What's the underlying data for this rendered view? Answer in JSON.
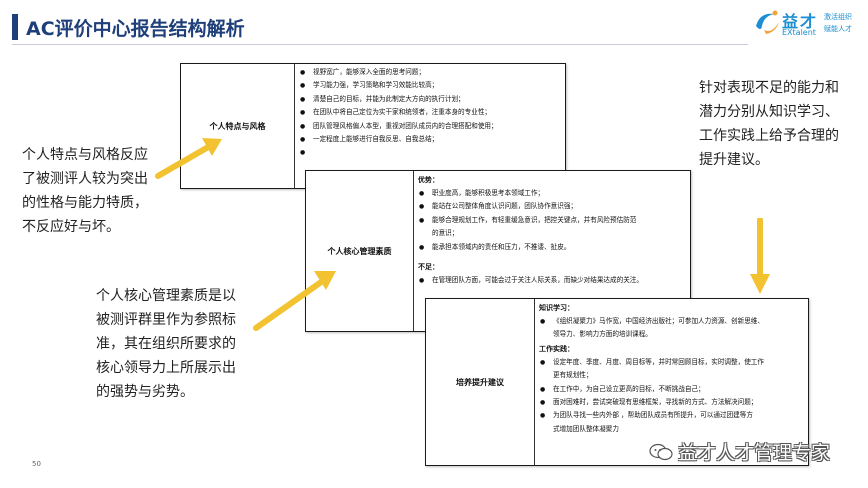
{
  "header": {
    "title": "AC评价中心报告结构解析",
    "logo_cn": "益才",
    "logo_en": "EXtalent",
    "logo_tag1": "激活组织",
    "logo_tag2": "赋能人才"
  },
  "table1": {
    "label": "个人特点与风格",
    "items": [
      "视野宽广，能够深入全面的思考问题；",
      "学习能力强，学习策略和学习效能比较高；",
      "清楚自己的目标，并能为此制定大方向的执行计划；",
      "在团队中将自己定位为实干家和统领者，注重本身的专业性；",
      "团队管理风格偏人本型，重视对团队成员内的合理搭配和使用；",
      "一定程度上能够进行自我反思、自我总结；",
      ""
    ]
  },
  "table2": {
    "label": "个人核心管理素质",
    "strengths_head": "优势：",
    "strengths": [
      "职业度高，能够积极思考本领域工作；",
      "能站在公司整体角度认识问题，团队协作意识强；",
      "能够合理规划工作，有轻重缓急意识，把控关键点，并有风险预估防范",
      "的意识；",
      "能承担本领域内的责任和压力，不推诿、扯皮。"
    ],
    "weakness_head": "不足：",
    "weaknesses": [
      "在管理团队方面，可能会过于关注人际关系，而缺少对结果达成的关注。"
    ]
  },
  "table3": {
    "label": "培养提升建议",
    "knowledge_head": "知识学习：",
    "knowledge": [
      "《组织凝聚力》马作宽，中国经济出版社；可参加人力资源、创新思维、",
      "领导力、影响力方面的培训课程。"
    ],
    "practice_head": "工作实践：",
    "practice": [
      "设定年度、季度、月度、周目标等，并时常回顾目标，实时调整，使工作",
      "更有规划性；",
      "在工作中，为自己设立更高的目标，不断挑战自己；",
      "面对困难时，尝试突破现有思维框架，寻找新的方式、方法解决问题；",
      "为团队寻找一些内外部     ，帮助团队成员有所提升，可以通过团建等方",
      "式增加团队整体凝聚力"
    ]
  },
  "notes": {
    "left1": "个人特点与风格反应了被测评人较为突出的性格与能力特质，不反应好与坏。",
    "left2": "个人核心管理素质是以被测评群里作为参照标准，其在组织所要求的核心领导力上所展示出的强势与劣势。",
    "right": "针对表现不足的能力和潜力分别从知识学习、工作实践上给予合理的提升建议。"
  },
  "page_number": "50",
  "watermark": "益才人才管理专家",
  "colors": {
    "title": "#1f3f7a",
    "arrow": "#f2c230",
    "logo": "#1b8fd1"
  }
}
